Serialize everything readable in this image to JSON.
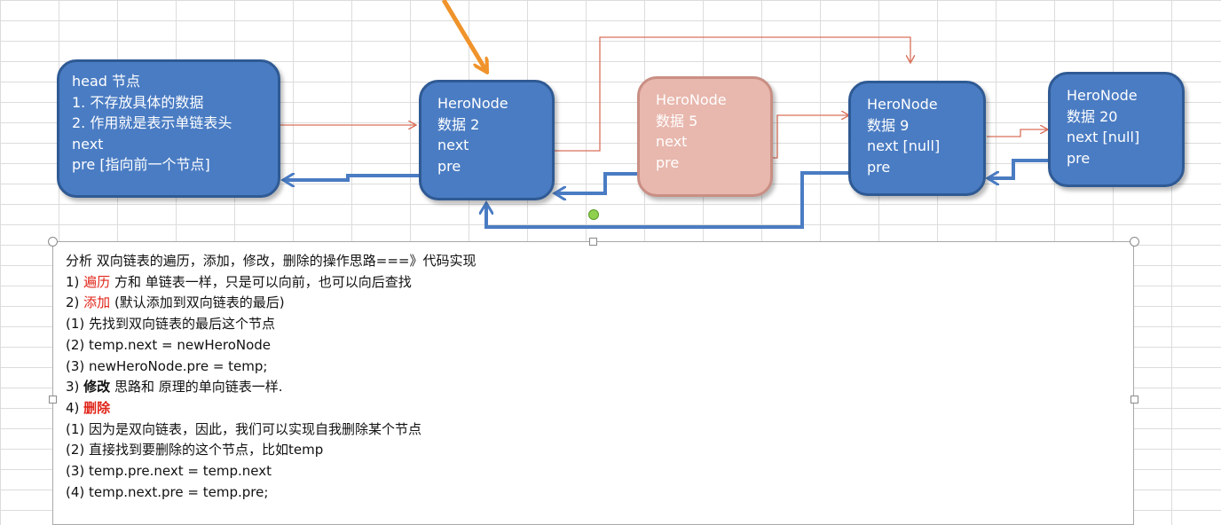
{
  "head_node": {
    "lines": [
      "head 节点",
      "1. 不存放具体的数据",
      "2. 作用就是表示单链表头",
      "next",
      "pre  [指向前一个节点]"
    ]
  },
  "nodes": [
    {
      "lines": [
        "HeroNode",
        "数据 2",
        "next",
        "pre"
      ]
    },
    {
      "lines": [
        "HeroNode",
        "数据 5",
        "next",
        "pre"
      ]
    },
    {
      "lines": [
        "HeroNode",
        "数据 9",
        "next [null]",
        "pre"
      ]
    },
    {
      "lines": [
        "HeroNode",
        "数据 20",
        "next [null]",
        "pre"
      ]
    }
  ],
  "colors": {
    "node_fill": "#4a7cc3",
    "deleted_node_fill": "#e8b7ad",
    "next_arrow": "#d9715b",
    "pre_arrow": "#4a7cc3",
    "highlight_arrow": "#f0932b",
    "keyword_red": "#e0261a"
  },
  "notes": {
    "title": "分析 双向链表的遍历，添加，修改，删除的操作思路===》代码实现",
    "l1_prefix": "1) ",
    "l1_key": "遍历",
    "l1_rest": " 方和 单链表一样，只是可以向前，也可以向后查找",
    "l2_prefix": "2) ",
    "l2_key": "添加",
    "l2_rest": " (默认添加到双向链表的最后)",
    "l3": "(1) 先找到双向链表的最后这个节点",
    "l4": "(2) temp.next = newHeroNode",
    "l5": "(3) newHeroNode.pre = temp;",
    "l6_prefix": "3) ",
    "l6_key": "修改",
    "l6_rest": " 思路和 原理的单向链表一样.",
    "l7_prefix": "4) ",
    "l7_key": "删除",
    "l8": "(1) 因为是双向链表，因此，我们可以实现自我删除某个节点",
    "l9": "(2) 直接找到要删除的这个节点，比如temp",
    "l10": "(3)  temp.pre.next = temp.next",
    "l11": "(4) temp.next.pre = temp.pre;"
  }
}
